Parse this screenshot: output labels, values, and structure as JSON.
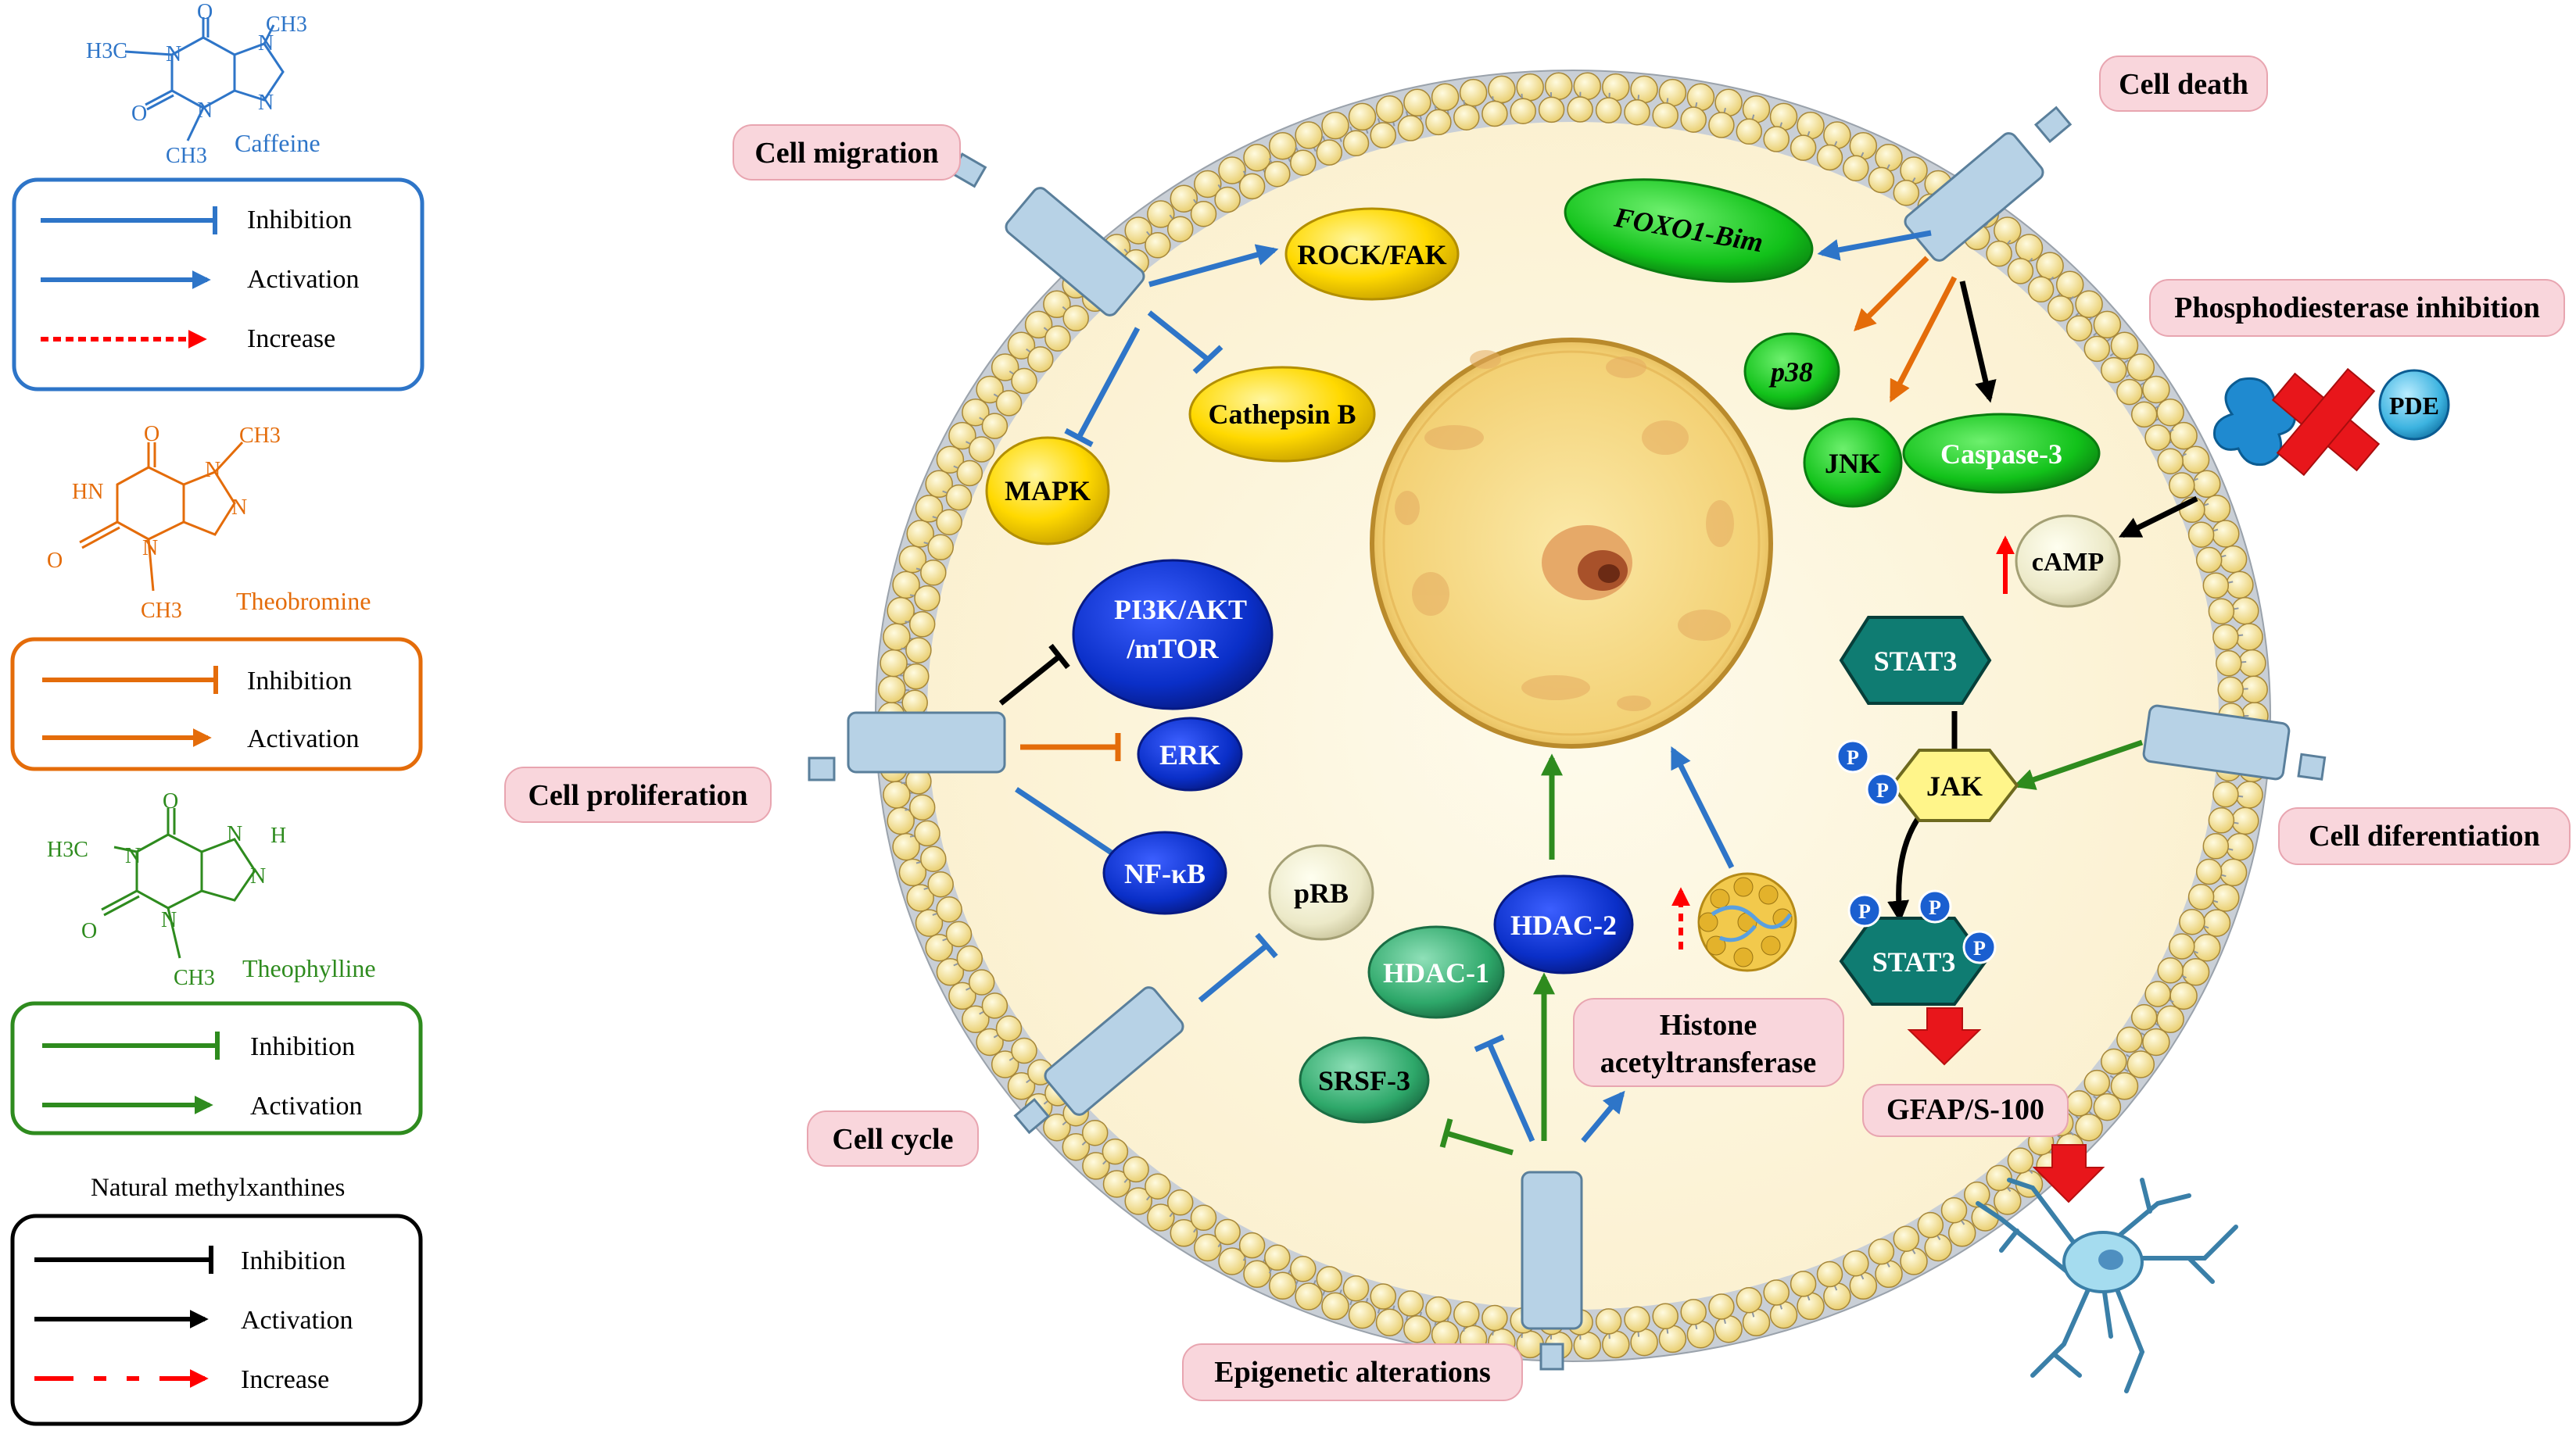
{
  "molecules": {
    "caffeine": {
      "name": "Caffeine",
      "color": "#2e75c8",
      "atoms": {
        "h3c": "H3C",
        "ch3_top": "CH3",
        "ch3_bottom": "CH3",
        "n1": "N",
        "n3": "N",
        "n7": "N",
        "n9": "N",
        "o_top": "O",
        "o_left": "O"
      }
    },
    "theobromine": {
      "name": "Theobromine",
      "color": "#e46c0a",
      "atoms": {
        "ch3_top": "CH3",
        "ch3_bottom": "CH3",
        "hn": "HN",
        "n3": "N",
        "n7": "N",
        "n9": "N",
        "o_top": "O",
        "o_left": "O"
      }
    },
    "theophylline": {
      "name": "Theophylline",
      "color": "#2e8b1e",
      "atoms": {
        "h3c": "H3C",
        "ch3_bottom": "CH3",
        "nh": "H",
        "n1": "N",
        "n3": "N",
        "n7": "N",
        "n9": "N",
        "o_top": "O",
        "o_left": "O"
      }
    }
  },
  "legend": {
    "caffeine": {
      "color": "#2e75c8",
      "inhibition": "Inhibition",
      "activation": "Activation",
      "increase": "Increase"
    },
    "theobromine": {
      "color": "#e46c0a",
      "inhibition": "Inhibition",
      "activation": "Activation"
    },
    "theophylline": {
      "color": "#2e8b1e",
      "inhibition": "Inhibition",
      "activation": "Activation"
    },
    "natural": {
      "title": "Natural methylxanthines",
      "color": "#000000",
      "inhibition": "Inhibition",
      "activation": "Activation",
      "increase": "Increase"
    }
  },
  "process_labels": {
    "cell_migration": "Cell migration",
    "cell_death": "Cell death",
    "pde_inhibition": "Phosphodiesterase inhibition",
    "cell_proliferation": "Cell proliferation",
    "cell_differentiation": "Cell diferentiation",
    "cell_cycle": "Cell cycle",
    "epigenetic": "Epigenetic alterations",
    "histone_line1": "Histone",
    "histone_line2": "acetyltransferase",
    "gfap": "GFAP/S-100"
  },
  "molecule_nodes": {
    "rock_fak": "ROCK/FAK",
    "cathepsin_b": "Cathepsin  B",
    "mapk": "MAPK",
    "pi3k_line1": "PI3K/AKT",
    "pi3k_line2": "/mTOR",
    "erk": "ERK",
    "nfkb": "NF-κB",
    "prb": "pRB",
    "hdac1": "HDAC-1",
    "hdac2": "HDAC-2",
    "srsf3": "SRSF-3",
    "foxo1": "FOXO1-Bim",
    "p38": "p38",
    "jnk": "JNK",
    "caspase3": "Caspase-3",
    "pde": "PDE",
    "camp": "cAMP",
    "stat3_top": "STAT3",
    "jak": "JAK",
    "stat3_bottom": "STAT3",
    "phospho": "P"
  },
  "colors": {
    "caffeine_blue": "#2e75c8",
    "theobromine_orange": "#e46c0a",
    "theophylline_green": "#2e8b1e",
    "increase_red": "#ff0000",
    "cytoplasm": "#fdf5dc",
    "nucleus": "#f6d98a",
    "label_pink": "#f9d6dc",
    "receptor": "#b7d2e6"
  }
}
